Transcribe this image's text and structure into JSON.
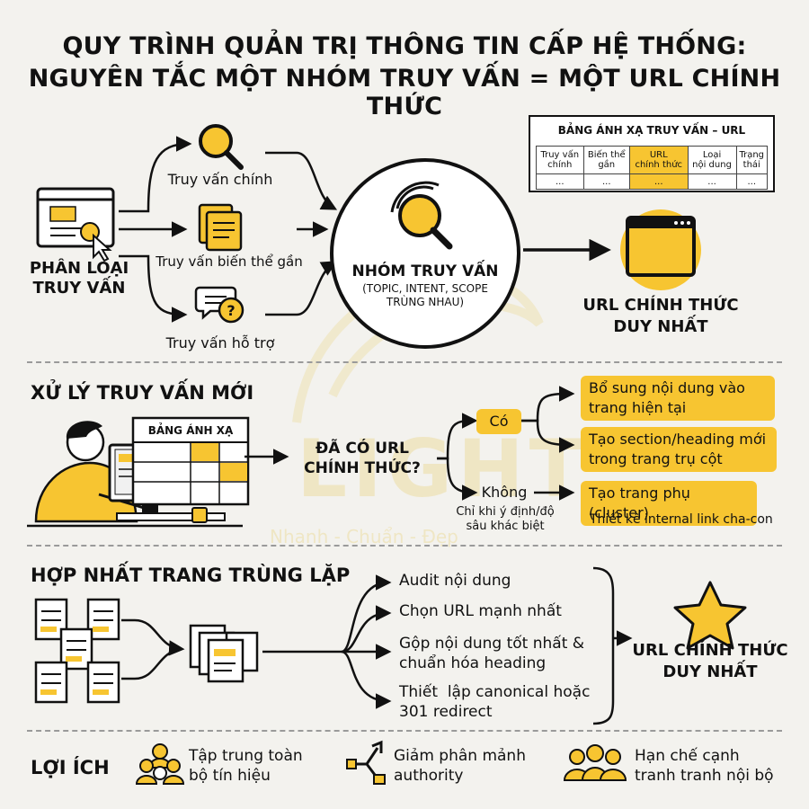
{
  "title": {
    "line1": "QUY TRÌNH QUẢN TRỊ THÔNG TIN CẤP HỆ THỐNG:",
    "line2": "NGUYÊN TẮC MỘT NHÓM TRUY VẤN = MỘT URL CHÍNH THỨC"
  },
  "watermark": {
    "brand": "LIGHT",
    "tagline": "Nhanh - Chuẩn - Đẹp"
  },
  "section1": {
    "classify_line1": "PHÂN LOẠI",
    "classify_line2": "TRUY VẤN",
    "branch_main": "Truy vấn chính",
    "branch_variant": "Truy vấn biến thể gần",
    "branch_support": "Truy vấn hỗ trợ",
    "group_title": "NHÓM TRUY VẤN",
    "group_sub1": "(TOPIC, INTENT, SCOPE",
    "group_sub2": "TRÙNG NHAU)",
    "table_title": "BẢNG ÁNH XẠ TRUY VẤN – URL",
    "table_headers": [
      [
        "Truy vấn",
        "chính"
      ],
      [
        "Biến thể",
        "gần"
      ],
      [
        "URL",
        "chính thức"
      ],
      [
        "Loại",
        "nội dung"
      ],
      [
        "Trạng",
        "thái"
      ]
    ],
    "table_row": [
      "...",
      "...",
      "...",
      "...",
      "..."
    ],
    "url_line1": "URL CHÍNH THỨC",
    "url_line2": "DUY NHẤT"
  },
  "section2": {
    "heading": "XỬ LÝ TRUY VẤN MỚI",
    "board_title": "BẢNG ÁNH XẠ",
    "question_line1": "ĐÃ CÓ URL",
    "question_line2": "CHÍNH THỨC?",
    "yes": "Có",
    "no": "Không",
    "no_note_line1": "Chỉ khi ý định/độ",
    "no_note_line2": "sâu khác biệt",
    "opt1_line1": "Bổ sung nội dung vào",
    "opt1_line2": "trang hiện tại",
    "opt2_line1": "Tạo section/heading mới",
    "opt2_line2": "trong trang trụ cột",
    "opt3": "Tạo trang phụ (cluster)",
    "opt3_note": "Thiết kế internal link cha-con"
  },
  "section3": {
    "heading": "HỢP NHẤT TRANG TRÙNG LẶP",
    "step1": "Audit nội dung",
    "step2": "Chọn URL mạnh nhất",
    "step3_line1": "Gộp nội dung tốt nhất &",
    "step3_line2": "chuẩn hóa heading",
    "step4_line1": "Thiết  lập canonical hoặc",
    "step4_line2": "301 redirect",
    "result_line1": "URL CHÍNH THỨC",
    "result_line2": "DUY NHẤT"
  },
  "benefits": {
    "heading": "LỢI ÍCH",
    "b1_line1": "Tập trung toàn",
    "b1_line2": "bộ tín hiệu",
    "b2_line1": "Giảm phân mảnh",
    "b2_line2": "authority",
    "b3_line1": "Hạn chế cạnh",
    "b3_line2": "tranh tranh nội bộ"
  },
  "colors": {
    "accent": "#f7c531",
    "ink": "#111111",
    "background": "#f3f2ee"
  },
  "icons": [
    "browser-click-icon",
    "search-icon",
    "documents-icon",
    "chat-question-icon",
    "magnifier-icon",
    "browser-window-icon",
    "person-at-computer-icon",
    "document-stack-icon",
    "star-icon",
    "team-icon",
    "split-arrows-icon",
    "group-icon"
  ]
}
